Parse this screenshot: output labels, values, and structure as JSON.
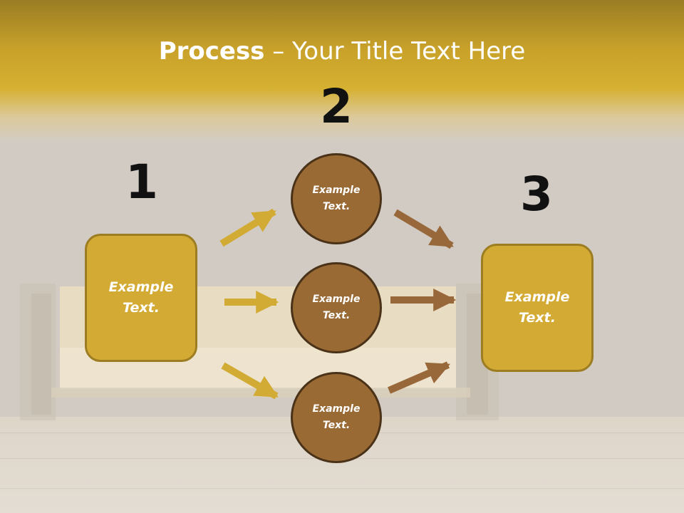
{
  "title": {
    "bold": "Process",
    "rest": " – Your Title Text Here"
  },
  "steps": {
    "one": {
      "number": "1",
      "text": "Example Text."
    },
    "two": {
      "number": "2",
      "circles": [
        {
          "text": "Example Text."
        },
        {
          "text": "Example Text."
        },
        {
          "text": "Example Text."
        }
      ]
    },
    "three": {
      "number": "3",
      "text": "Example Text."
    }
  },
  "colors": {
    "gold_box": "#d3aa33",
    "brown_circle": "#9a6a35",
    "gold_arrow": "#d2ab35",
    "brown_arrow": "#98683a",
    "header_gold": "#c9a22a"
  }
}
